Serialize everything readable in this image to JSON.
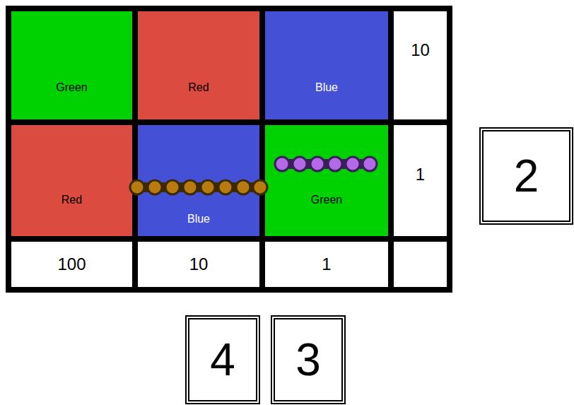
{
  "diagram": {
    "nodes": [
      {
        "text": [
          "Green"
        ]
      },
      {
        "text": [
          "Red"
        ]
      },
      {
        "text": [
          "Blue"
        ]
      },
      {
        "text": [
          "Red"
        ]
      },
      {
        "text": [
          "Blue"
        ]
      },
      {
        "text": [
          "Green"
        ]
      },
      {
        "text": [
          "2"
        ]
      },
      {
        "text": [
          "4"
        ]
      },
      {
        "text": [
          "3"
        ]
      }
    ],
    "labels": [
      "10",
      "1",
      "100",
      "10",
      "1"
    ]
  }
}
